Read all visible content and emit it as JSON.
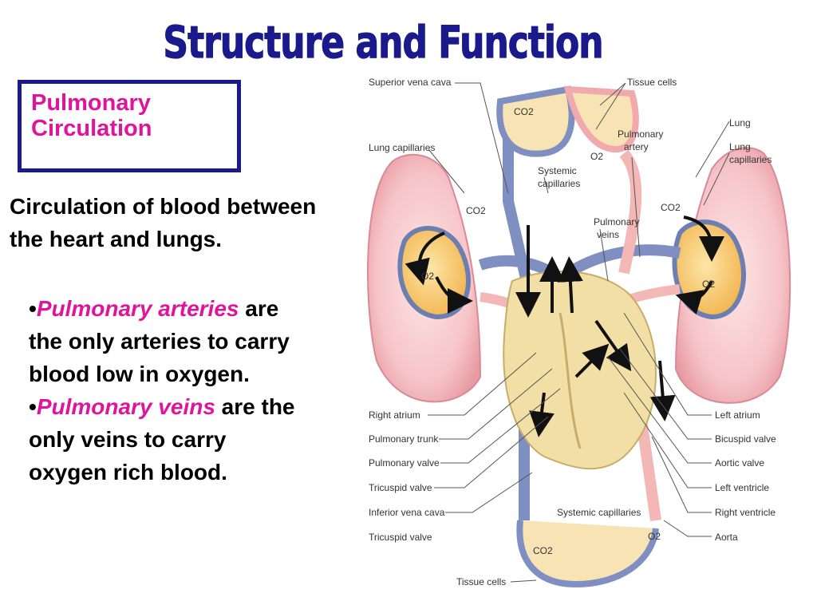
{
  "title": "Structure and Function",
  "topic": {
    "line1": "Pulmonary",
    "line2": "Circulation"
  },
  "definition": "Circulation of blood between the heart and lungs.",
  "bullets": [
    {
      "marker": "•",
      "term": "Pulmonary arteries",
      "text": " are the only arteries to carry blood low in oxygen."
    },
    {
      "marker": "•",
      "term": "Pulmonary veins",
      "text": " are the only veins to carry oxygen rich blood."
    }
  ],
  "diagram": {
    "labels": {
      "superior_vena_cava": "Superior vena cava",
      "tissue_cells_top": "Tissue cells",
      "lung_capillaries_left": "Lung capillaries",
      "pulmonary_artery_1": "Pulmonary",
      "pulmonary_artery_2": "artery",
      "lung": "Lung",
      "lung_capillaries_right_1": "Lung",
      "lung_capillaries_right_2": "capillaries",
      "systemic_capillaries_top_1": "Systemic",
      "systemic_capillaries_top_2": "capillaries",
      "pulmonary_veins_1": "Pulmonary",
      "pulmonary_veins_2": "veins",
      "co2_top": "CO2",
      "o2_top": "O2",
      "co2_left": "CO2",
      "o2_left": "O2",
      "co2_right": "CO2",
      "o2_right": "O2",
      "co2_bottom": "CO2",
      "o2_bottom": "O2",
      "right_atrium": "Right atrium",
      "pulmonary_trunk": "Pulmonary trunk",
      "pulmonary_valve": "Pulmonary valve",
      "tricuspid_valve_1": "Tricuspid valve",
      "inferior_vena_cava": "Inferior vena cava",
      "tricuspid_valve_2": "Tricuspid valve",
      "left_atrium": "Left atrium",
      "bicuspid_valve": "Bicuspid valve",
      "aortic_valve": "Aortic valve",
      "left_ventricle": "Left ventricle",
      "right_ventricle": "Right ventricle",
      "aorta": "Aorta",
      "systemic_capillaries_bottom": "Systemic capillaries",
      "tissue_cells_bottom": "Tissue cells"
    }
  }
}
